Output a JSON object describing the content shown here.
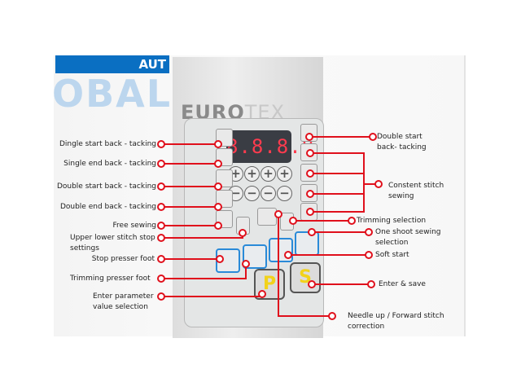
{
  "header": {
    "title": "AUT",
    "bg_logo": "OBAL"
  },
  "watermark": {
    "brand_bold": "EURO",
    "brand_light": "TEX"
  },
  "panel": {
    "display_value": "8.8.8.8",
    "plus": "+",
    "minus": "−",
    "p_key": "P",
    "s_key": "S"
  },
  "labels_left": [
    "Dingle start back - tacking",
    "Single end   back - tacking",
    "Double start back - tacking",
    "Double end back - tacking",
    "Free sewing",
    "Upper lower stitch stop",
    "settings",
    "Stop presser foot",
    "Trimming presser foot",
    "Enter parameter",
    "value selection"
  ],
  "labels_right": [
    "Double start",
    "back- tacking",
    "Constent stitch",
    "sewing",
    "Trimming selection",
    "One shoot sewing",
    "selection",
    "Soft start",
    "Enter & save",
    "Needle up / Forward stitch",
    "correction"
  ],
  "colors": {
    "accent": "#0a6fc2",
    "leader": "#e0101c",
    "digits": "#ff3b4e",
    "key_yellow": "#f2d21a"
  }
}
